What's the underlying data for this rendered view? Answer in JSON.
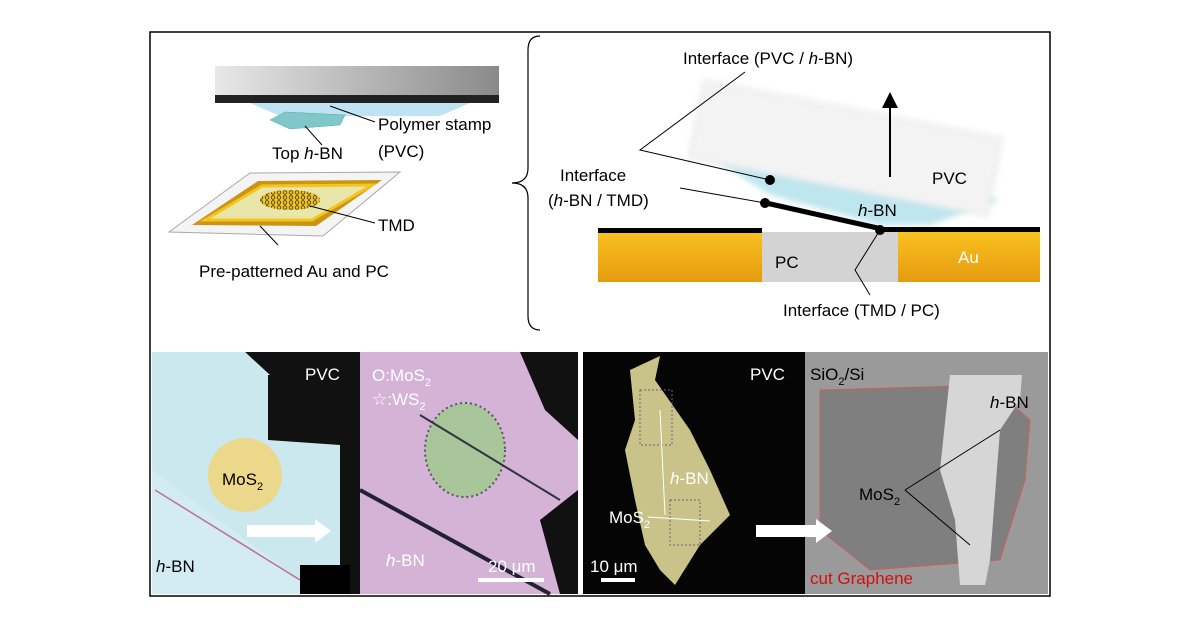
{
  "schematic_left": {
    "stamp_label_line1": "Polymer stamp",
    "stamp_label_line2": "(PVC)",
    "top_hbn_prefix": "Top ",
    "top_hbn_h": "h",
    "top_hbn_suffix": "-BN",
    "tmd_label": "TMD",
    "substrate_label": "Pre-patterned Au and PC"
  },
  "schematic_right": {
    "interface_pvc_hbn": "Interface  (PVC / ",
    "interface_pvc_hbn_h": "h",
    "interface_pvc_hbn_end": "-BN)",
    "interface_hbn_tmd_line1": "Interface",
    "interface_hbn_tmd_line2_open": "(",
    "interface_hbn_tmd_line2_h": "h",
    "interface_hbn_tmd_line2_end": "-BN / TMD)",
    "pvc_label": "PVC",
    "hbn_h": "h",
    "hbn_suffix": "-BN",
    "pc_label": "PC",
    "au_label": "Au",
    "interface_tmd_pc": "Interface  (TMD / PC)"
  },
  "photo_left": {
    "pvc": "PVC",
    "legend_mos2_sym": "O:MoS",
    "legend_sub": "2",
    "legend_ws2_sym": "☆:WS",
    "mos2_main": "MoS",
    "sub2": "2",
    "hbn_h": "h",
    "hbn_suffix": "-BN",
    "scale": "20 μm"
  },
  "photo_right": {
    "pvc": "PVC",
    "substrate_a": "SiO",
    "substrate_sub": "2",
    "substrate_b": "/Si",
    "hbn_h": "h",
    "hbn_suffix": "-BN",
    "mos2_main": "MoS",
    "sub2": "2",
    "scale": "10 μm",
    "cut_graphene": "cut Graphene"
  },
  "colors": {
    "gold": "#f5b317",
    "pc_gray": "#d3d3d3",
    "hbn_blue": "#9fd8df",
    "cut_graphene_red": "#d01010"
  }
}
